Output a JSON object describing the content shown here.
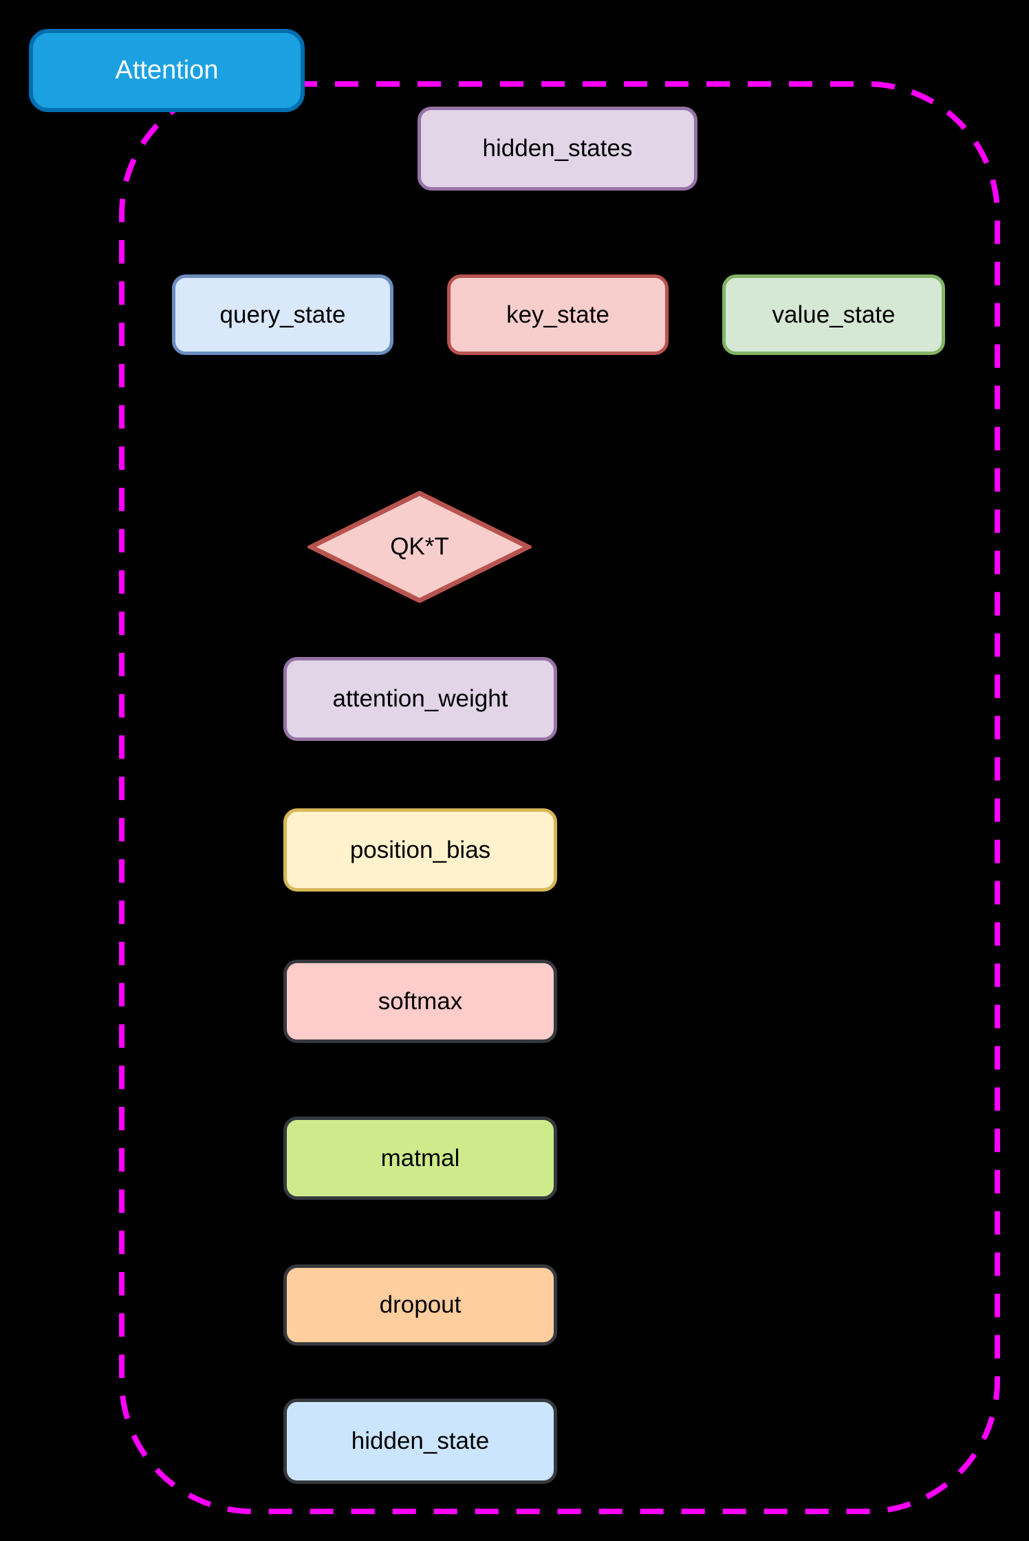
{
  "diagram": {
    "background": "#000000",
    "frame": {
      "stroke": "#ff00ff"
    },
    "title": {
      "label": "Attention",
      "fill": "#1ba1e2",
      "border": "#006eaf",
      "text_color": "#ffffff"
    },
    "nodes": {
      "hidden_states": {
        "label": "hidden_states",
        "fill": "#e1d5e7",
        "border": "#9673a6"
      },
      "query_state": {
        "label": "query_state",
        "fill": "#dae8fc",
        "border": "#6c8ebf"
      },
      "key_state": {
        "label": "key_state",
        "fill": "#f8cecc",
        "border": "#b85450"
      },
      "value_state": {
        "label": "value_state",
        "fill": "#d5e8d4",
        "border": "#82b366"
      },
      "qkt": {
        "label": "QK*T",
        "fill": "#f8cecc",
        "border": "#b85450"
      },
      "attention_weight": {
        "label": "attention_weight",
        "fill": "#e1d5e7",
        "border": "#9673a6"
      },
      "position_bias": {
        "label": "position_bias",
        "fill": "#fff2cc",
        "border": "#d6b656"
      },
      "softmax": {
        "label": "softmax",
        "fill": "#ffcccc",
        "border": "#36393d"
      },
      "matmal": {
        "label": "matmal",
        "fill": "#cdeb8b",
        "border": "#36393d"
      },
      "dropout": {
        "label": "dropout",
        "fill": "#ffce9f",
        "border": "#36393d"
      },
      "hidden_state": {
        "label": "hidden_state",
        "fill": "#cce5ff",
        "border": "#36393d"
      }
    }
  }
}
